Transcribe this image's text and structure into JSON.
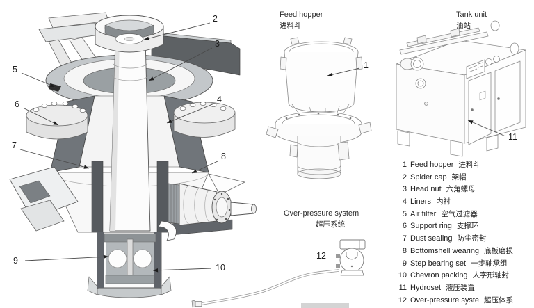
{
  "labels": {
    "feed_hopper_en": "Feed hopper",
    "feed_hopper_zh": "进料斗",
    "tank_unit_en": "Tank unit",
    "tank_unit_zh": "油站",
    "over_pressure_en": "Over-pressure system",
    "over_pressure_zh": "超压系统"
  },
  "callouts": {
    "c1": "1",
    "c2": "2",
    "c3": "3",
    "c4": "4",
    "c5": "5",
    "c6": "6",
    "c7": "7",
    "c8": "8",
    "c9": "9",
    "c10": "10",
    "c11": "11",
    "c12": "12"
  },
  "parts": [
    {
      "num": "1",
      "en": "Feed hopper",
      "zh": "进料斗"
    },
    {
      "num": "2",
      "en": "Spider cap",
      "zh": "架帽"
    },
    {
      "num": "3",
      "en": "Head nut",
      "zh": "六角螺母"
    },
    {
      "num": "4",
      "en": "Liners",
      "zh": "内衬"
    },
    {
      "num": "5",
      "en": "Air filter",
      "zh": "空气过滤器"
    },
    {
      "num": "6",
      "en": "Support ring",
      "zh": "支撑环"
    },
    {
      "num": "7",
      "en": "Dust sealing",
      "zh": "防尘密封"
    },
    {
      "num": "8",
      "en": "Bottomshell wearing",
      "zh": "底板磨损"
    },
    {
      "num": "9",
      "en": "Step bearing set",
      "zh": "一步轴承组"
    },
    {
      "num": "10",
      "en": "Chevron packing",
      "zh": "人字形轴封"
    },
    {
      "num": "11",
      "en": "Hydroset",
      "zh": "液压装置"
    },
    {
      "num": "12",
      "en": "Over-pressure syste",
      "zh": "超压体系"
    }
  ],
  "colors": {
    "outline": "#4a4a4a",
    "light_outline": "#8a8a8a",
    "section_dark": "#5d6164",
    "section_mid": "#8e9396",
    "metal_light": "#f4f4f4",
    "text": "#1d1d1d"
  }
}
